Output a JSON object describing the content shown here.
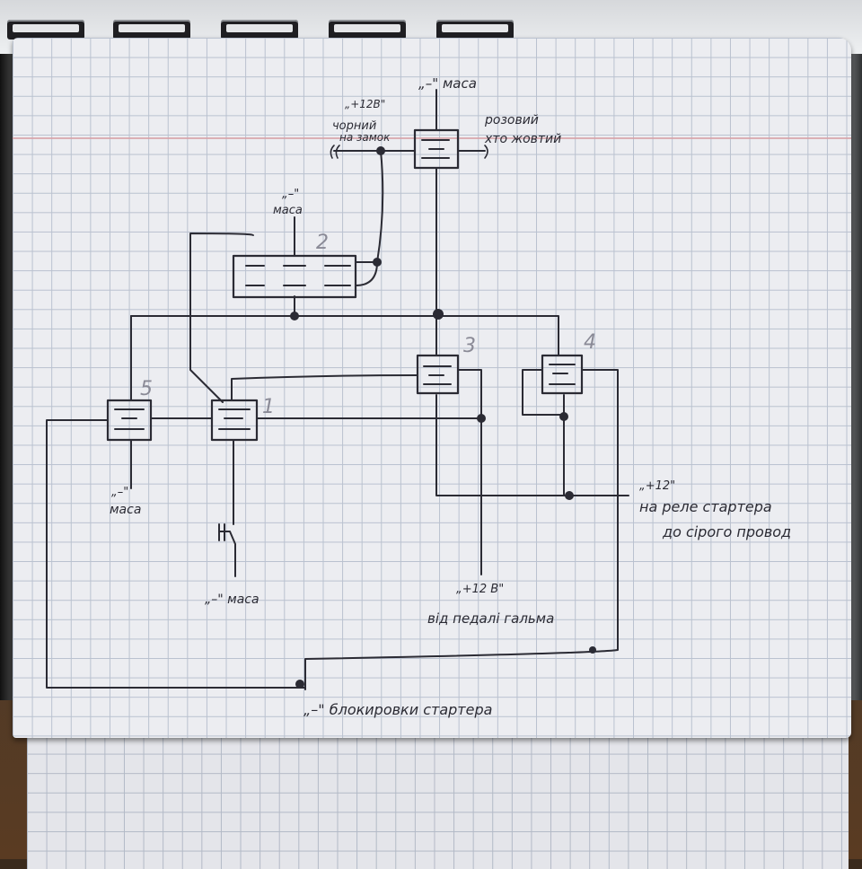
{
  "labels": {
    "top_mass": "„–\" маса",
    "plus12_black": "„+12В\"",
    "black_lock_line1": "чорний",
    "black_lock_line2": "на замок",
    "pink_line1": "розовий",
    "pink_line2": "хто жовтий",
    "minus_mass_left_q": "„–\"",
    "minus_mass_left": "маса",
    "mass5_q": "„–\"",
    "mass5": "маса",
    "mass_switch": "„–\" маса",
    "plus12_starter": "„+12\"",
    "starter_line1": "на реле стартера",
    "starter_line2": "до сірого провод",
    "plus12_brake": "„+12 В\"",
    "brake": "від педалі гальма",
    "starter_block": "„–\" блокировки стартера"
  },
  "relays": [
    {
      "number": ""
    },
    {
      "number": "2"
    },
    {
      "number": "3"
    },
    {
      "number": "4"
    },
    {
      "number": "5"
    },
    {
      "number": "1"
    }
  ],
  "colors": {
    "ink": "#2b2b34",
    "paper": "#ecedf1",
    "grid": "#b9c1cf"
  }
}
